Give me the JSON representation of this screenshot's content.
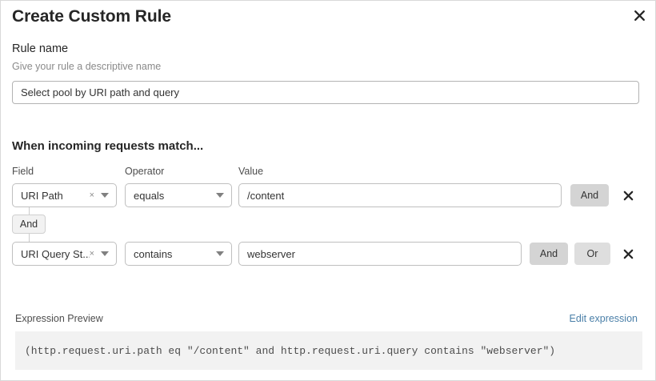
{
  "dialog": {
    "title": "Create Custom Rule",
    "close_icon": "close-icon"
  },
  "rule_name": {
    "label": "Rule name",
    "description": "Give your rule a descriptive name",
    "value": "Select pool by URI path and query",
    "placeholder": "Select pool by URI path and query"
  },
  "match_section": {
    "heading": "When incoming requests match...",
    "columns": {
      "field": "Field",
      "operator": "Operator",
      "value": "Value"
    },
    "connector": {
      "label": "And"
    },
    "rows": [
      {
        "field": "URI Path",
        "operator": "equals",
        "value": "/content",
        "clear_label": "×",
        "buttons": [
          "And"
        ],
        "delete_icon": "close-icon"
      },
      {
        "field": "URI Query St...",
        "operator": "contains",
        "value": "webserver",
        "clear_label": "×",
        "buttons": [
          "And",
          "Or"
        ],
        "delete_icon": "close-icon"
      }
    ]
  },
  "expression_preview": {
    "label": "Expression Preview",
    "edit_link": "Edit expression",
    "expression": "(http.request.uri.path eq \"/content\" and http.request.uri.query contains \"webserver\")"
  },
  "colors": {
    "link": "#4a7fa8",
    "button_bg": "#d4d4d4",
    "button_bg_light": "#dedede",
    "preview_bg": "#f2f2f2",
    "border": "#bfbfbf"
  }
}
